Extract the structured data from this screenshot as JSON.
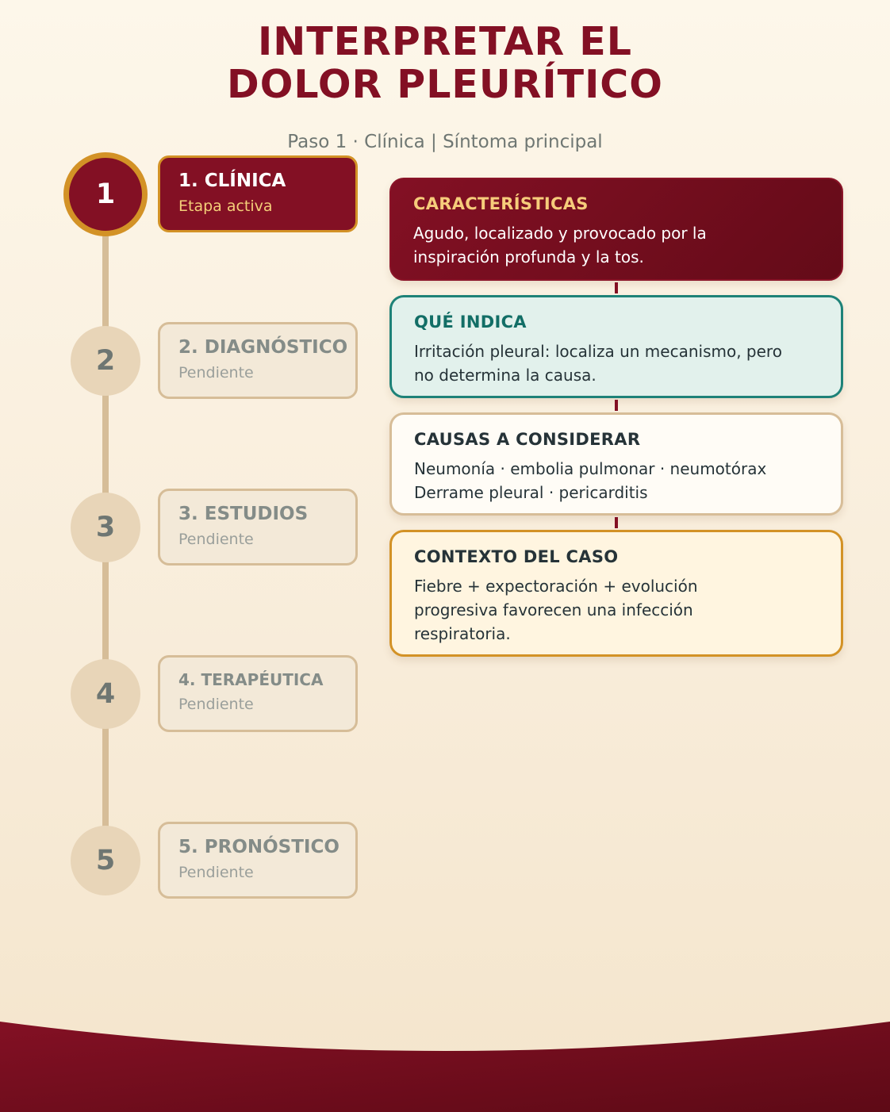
{
  "header": {
    "title": "INTERPRETAR EL DOLOR PLEURÍTICO",
    "subtitle": "Paso 1 · Clínica | Síntoma principal"
  },
  "timeline": {
    "steps": [
      {
        "number": "1",
        "title": "1. CLÍNICA",
        "status": "Etapa activa"
      },
      {
        "number": "2",
        "title": "2. DIAGNÓSTICO",
        "status": "Pendiente"
      },
      {
        "number": "3",
        "title": "3. ESTUDIOS",
        "status": "Pendiente"
      },
      {
        "number": "4",
        "title": "4. TERAPÉUTICA",
        "status": "Pendiente"
      },
      {
        "number": "5",
        "title": "5. PRONÓSTICO",
        "status": "Pendiente"
      }
    ]
  },
  "cards": [
    {
      "heading": "CARACTERÍSTICAS",
      "body": "Agudo, localizado y provocado por la inspiración profunda y la tos."
    },
    {
      "heading": "QUÉ INDICA",
      "body": "Irritación pleural: localiza un mecanismo, pero no determina la causa."
    },
    {
      "heading": "CAUSAS A CONSIDERAR",
      "body": "Neumonía · embolia pulmonar · neumotórax Derrame pleural · pericarditis"
    },
    {
      "heading": "CONTEXTO DEL CASO",
      "body": "Fiebre + expectoración + evolución progresiva favorecen una infección respiratoria."
    }
  ],
  "colors": {
    "primary": "#831024",
    "accent_gold": "#d39226",
    "teal": "#1e8278",
    "muted": "#d6bd98",
    "background": "#fdf7ea"
  }
}
